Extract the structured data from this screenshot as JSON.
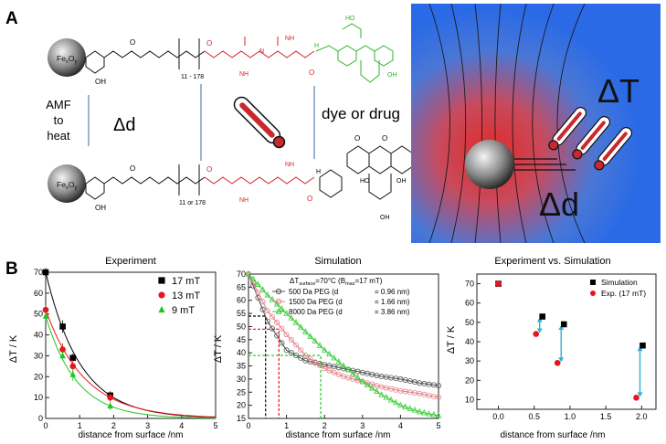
{
  "panel_a": {
    "label": "A",
    "particle_label": "Fe",
    "particle_sub_x": "x",
    "particle_o": "O",
    "particle_sub_y": "y",
    "amf_line1": "AMF",
    "amf_line2": "to",
    "amf_line3": "heat",
    "delta_d": "Δd",
    "dye_or_drug": "dye or drug",
    "peg_range_top": "11 - 178",
    "peg_range_bottom": "11 or 178",
    "delta_t_big": "ΔT",
    "delta_d_big": "Δd",
    "chem_atoms": {
      "O": "O",
      "OH": "OH",
      "NH": "NH",
      "N": "N",
      "H": "H",
      "HO": "HO",
      "OH2": "OH"
    }
  },
  "panel_b": {
    "label": "B",
    "chart_data": [
      {
        "type": "scatter",
        "title": "Experiment",
        "xlabel": "distance from surface /nm",
        "ylabel": "ΔT / K",
        "xlim": [
          0,
          5
        ],
        "ylim": [
          0,
          70
        ],
        "xticks": [
          0,
          1,
          2,
          3,
          4,
          5
        ],
        "yticks": [
          0,
          10,
          20,
          30,
          40,
          50,
          60,
          70
        ],
        "legend_placement": "top-right",
        "series": [
          {
            "name": "17 mT",
            "color": "#000000",
            "marker": "square",
            "x": [
              0,
              0.5,
              0.8,
              1.9
            ],
            "y": [
              70,
              44,
              29,
              11
            ],
            "err": [
              2,
              3,
              2,
              2
            ]
          },
          {
            "name": "13 mT",
            "color": "#e8141e",
            "marker": "circle",
            "x": [
              0,
              0.5,
              0.8,
              1.9
            ],
            "y": [
              52,
              33,
              25,
              10
            ],
            "err": [
              2,
              3,
              3,
              2
            ]
          },
          {
            "name": "9 mT",
            "color": "#22c422",
            "marker": "triangle",
            "x": [
              0,
              0.5,
              0.8,
              1.9
            ],
            "y": [
              49,
              30,
              21,
              6
            ],
            "err": [
              2,
              2,
              3,
              2
            ]
          }
        ]
      },
      {
        "type": "line",
        "title": "Simulation",
        "xlabel": "distance from surface /nm",
        "ylabel": "ΔT / K",
        "xlim": [
          0,
          5
        ],
        "ylim": [
          15,
          70
        ],
        "xticks": [
          0,
          1,
          2,
          3,
          4,
          5
        ],
        "yticks": [
          15,
          20,
          25,
          30,
          35,
          40,
          45,
          50,
          55,
          60,
          65,
          70
        ],
        "legend_placement": "top-right",
        "legend_header": "ΔT",
        "legend_header_sub": "surface",
        "legend_header_rest": "=70°C (B",
        "legend_header_sub2": "max",
        "legend_header_end": "=17 mT)",
        "series": [
          {
            "name": "500 Da PEG",
            "shell": "0.96 nm",
            "color": "#555555",
            "x": [
              0,
              0.25,
              0.5,
              1,
              1.5,
              2,
              2.5,
              3,
              3.5,
              4,
              4.5,
              5
            ],
            "y": [
              70,
              61,
              52,
              41,
              37,
              35.5,
              34,
              32.5,
              31,
              30,
              28.5,
              27.5
            ]
          },
          {
            "name": "1500 Da PEG",
            "shell": "1.66 nm",
            "color": "#e8828a",
            "x": [
              0,
              0.25,
              0.5,
              1,
              1.5,
              2,
              2.5,
              3,
              3.5,
              4,
              4.5,
              5
            ],
            "y": [
              70,
              63,
              56,
              47,
              39,
              34,
              31,
              29,
              27,
              25.5,
              24.5,
              23
            ]
          },
          {
            "name": "8000 Da PEG",
            "shell": "3.86 nm",
            "color": "#33cc33",
            "x": [
              0,
              0.25,
              0.5,
              1,
              1.5,
              2,
              2.5,
              3,
              3.5,
              4,
              4.5,
              5
            ],
            "y": [
              70,
              66,
              62,
              55,
              48,
              41,
              35,
              29,
              24,
              20,
              17.5,
              16
            ]
          }
        ],
        "guides": [
          {
            "color": "#000000",
            "x": 0.45,
            "y": 54
          },
          {
            "color": "#e8141e",
            "x": 0.8,
            "y": 49
          },
          {
            "color": "#22c422",
            "x": 1.9,
            "y": 39
          }
        ]
      },
      {
        "type": "scatter",
        "title": "Experiment vs. Simulation",
        "xlabel": "distance from surface /nm",
        "ylabel": "ΔT / K",
        "xlim": [
          -0.3,
          2.2
        ],
        "ylim": [
          5,
          75
        ],
        "xticks": [
          0.0,
          0.5,
          1.0,
          1.5,
          2.0
        ],
        "yticks": [
          10,
          20,
          30,
          40,
          50,
          60,
          70
        ],
        "legend_placement": "top-right",
        "series": [
          {
            "name": "Simulation",
            "color": "#000000",
            "marker": "square",
            "x": [
              0,
              0.5,
              0.8,
              1.9
            ],
            "y": [
              70,
              53,
              49,
              38
            ]
          },
          {
            "name": "Exp. (17 mT)",
            "color": "#e8141e",
            "marker": "circle",
            "x": [
              0,
              0.5,
              0.8,
              1.9
            ],
            "y": [
              70,
              44,
              29,
              11
            ]
          }
        ]
      }
    ]
  }
}
